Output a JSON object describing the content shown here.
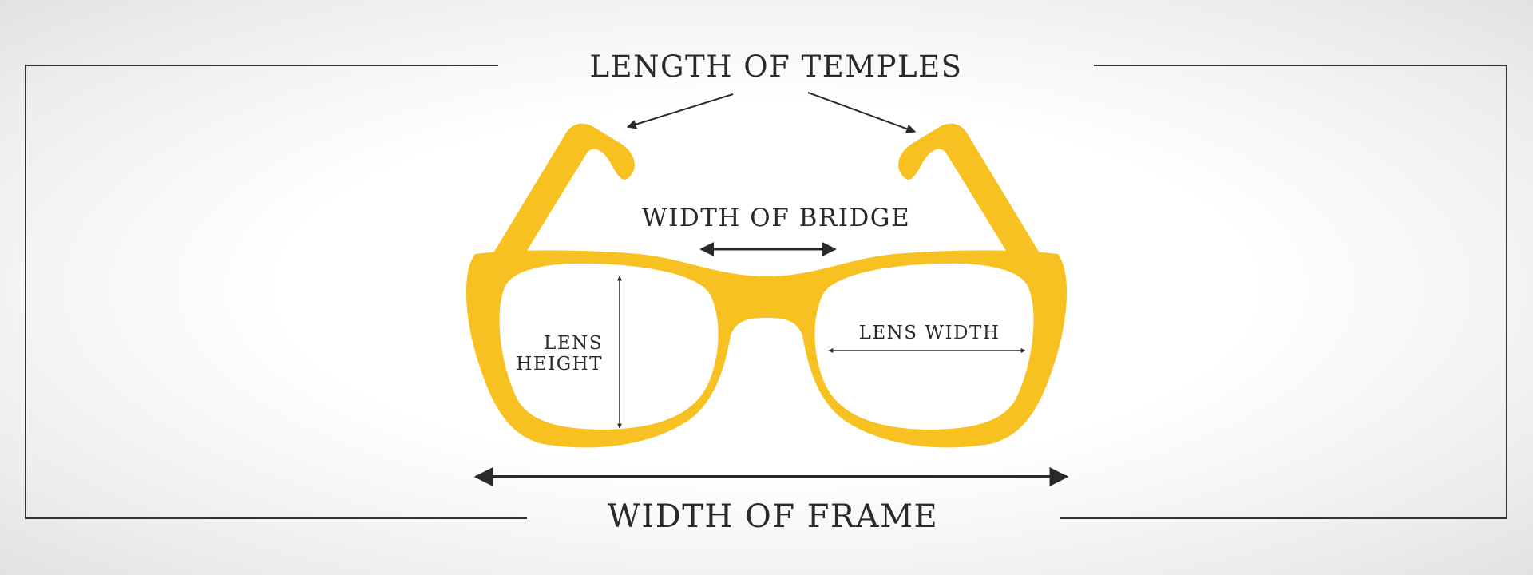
{
  "labels": {
    "length_of_temples": "LENGTH OF TEMPLES",
    "width_of_bridge": "WIDTH OF BRIDGE",
    "lens_height_line1": "LENS",
    "lens_height_line2": "HEIGHT",
    "lens_width": "LENS WIDTH",
    "width_of_frame": "WIDTH OF FRAME"
  },
  "colors": {
    "glasses": "#F6C121",
    "text": "#2a2a2a",
    "lines": "#333333"
  }
}
